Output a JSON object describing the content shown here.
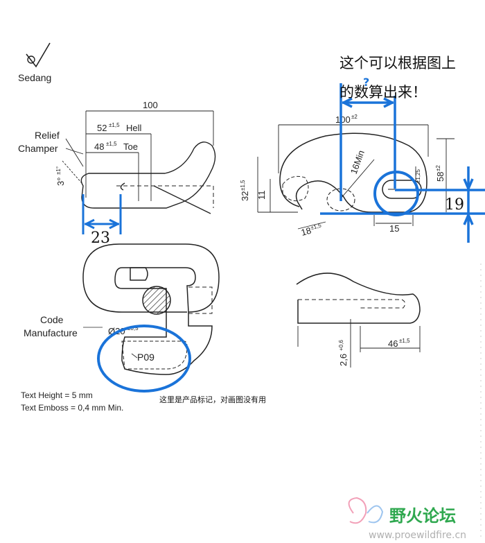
{
  "colors": {
    "ink": "#222222",
    "annotation": "#1a73d9",
    "watermark_green": "#2fa84f",
    "watermark_grey": "#b0b0b0"
  },
  "logo": {
    "name": "Sedang"
  },
  "labels": {
    "relief": "Relief",
    "champer": "Champer",
    "code": "Code",
    "manufacture": "Manufacture",
    "product_code": "P09"
  },
  "dimensions": {
    "d100": "100",
    "d52": "52",
    "d52_tol": "±1,5",
    "d52_name": "Hell",
    "d48": "48",
    "d48_tol": "±1,5",
    "d48_name": "Toe",
    "d3": "3°",
    "d3_tol": "±1°",
    "r100": "100",
    "r100_tol": "±2",
    "d32": "32",
    "d32_tol": "±1,5",
    "d11": "11",
    "d16": "16Min",
    "d18": "18",
    "d18_tol": "±1,5",
    "d15": "15",
    "d58": "58",
    "d58_tol": "±2",
    "d1_25": "±1,25",
    "d20": "Ø20",
    "d20_tol": "±0,5",
    "d46": "46",
    "d46_tol": "±1,5",
    "d2_6": "2,6",
    "d2_6_tol": "+0,6"
  },
  "notes": {
    "text_height": "Text Height = 5 mm",
    "text_emboss": "Text Emboss = 0,4 mm Min."
  },
  "annotations": {
    "question": "?",
    "calc_line1": "这个可以根据图上",
    "calc_line2": "的数算出来！",
    "v23": "23",
    "v19": "19",
    "mark_note": "这里是产品标记，对画图没有用"
  },
  "watermark": {
    "name": "野火论坛",
    "url": "www.proewildfire.cn"
  }
}
